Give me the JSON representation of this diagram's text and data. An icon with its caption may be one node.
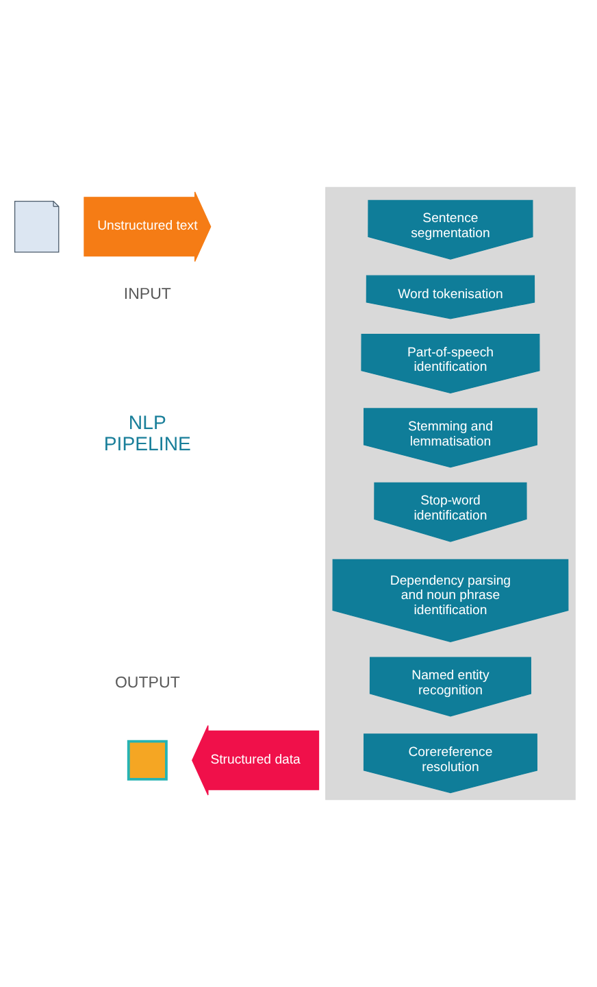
{
  "diagram": {
    "nodes": [
      {
        "text": [],
        "shape": "bar"
      },
      {
        "text": [
          "Sentence segmentation"
        ],
        "in": 0
      },
      {
        "text": [
          "Word tokenisation"
        ],
        "in": 0
      },
      {
        "text": [
          "Part-of-speech identification"
        ],
        "in": 0
      },
      {
        "text": [
          "Stemming and lemmatisation"
        ],
        "in": 0
      },
      {
        "text": [
          "Stop-word identification"
        ],
        "in": 0
      },
      {
        "text": [
          "Dependency parsing and noun phrase identification"
        ],
        "in": 0
      },
      {
        "text": [
          "Named entity recognition"
        ],
        "in": 0
      },
      {
        "text": [
          "Corereference resolution"
        ],
        "in": 0
      },
      {
        "text": [],
        "shape": "document"
      },
      {
        "text": [
          "Unstructured text"
        ]
      },
      {
        "text": [],
        "shape": "tree"
      },
      {
        "text": [
          "Structured data"
        ]
      }
    ],
    "labels": [
      "INPUT",
      "NLP PIPELINE",
      "OUTPUT"
    ]
  }
}
